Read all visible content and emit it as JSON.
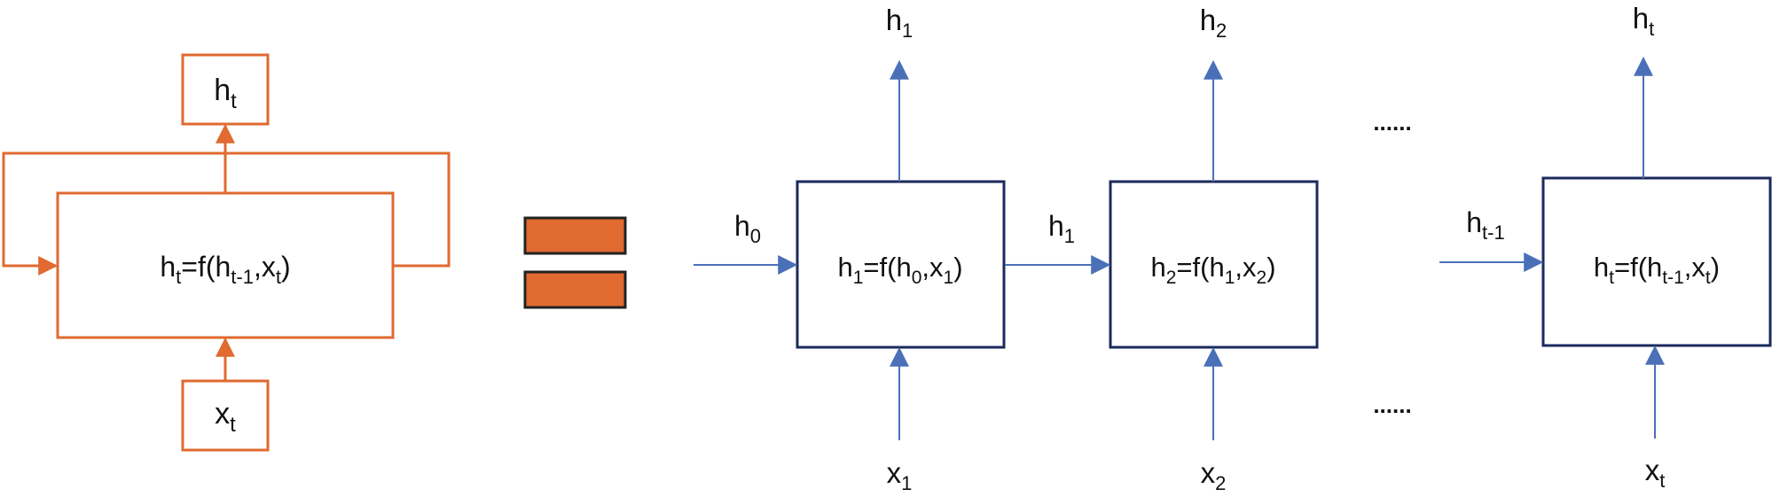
{
  "colors": {
    "orange": "#e06a30",
    "navy": "#1b2a5c",
    "blue": "#4a70b8",
    "text": "#111111"
  },
  "folded": {
    "output": {
      "base": "h",
      "sub": "t"
    },
    "input": {
      "base": "x",
      "sub": "t"
    },
    "cell": {
      "p1": "h",
      "s1": "t",
      "p2": "=f(h",
      "s2": "t-1",
      "p3": ",x",
      "s3": "t",
      "p4": ")"
    }
  },
  "unrolled": {
    "initial_state": {
      "base": "h",
      "sub": "0"
    },
    "link_state": {
      "base": "h",
      "sub": "1"
    },
    "last_state": {
      "base": "h",
      "sub": "t-1"
    },
    "outputs": [
      {
        "base": "h",
        "sub": "1"
      },
      {
        "base": "h",
        "sub": "2"
      },
      {
        "base": "h",
        "sub": "t"
      }
    ],
    "inputs": [
      {
        "base": "x",
        "sub": "1"
      },
      {
        "base": "x",
        "sub": "2"
      },
      {
        "base": "x",
        "sub": "t"
      }
    ],
    "cells": [
      {
        "p1": "h",
        "s1": "1",
        "p2": "=f(h",
        "s2": "0",
        "p3": ",x",
        "s3": "1",
        "p4": ")"
      },
      {
        "p1": "h",
        "s1": "2",
        "p2": "=f(h",
        "s2": "1",
        "p3": ",x",
        "s3": "2",
        "p4": ")"
      },
      {
        "p1": "h",
        "s1": "t",
        "p2": "=f(h",
        "s2": "t-1",
        "p3": ",x",
        "s3": "t",
        "p4": ")"
      }
    ],
    "ellipsis_top": "......",
    "ellipsis_bottom": "......"
  }
}
